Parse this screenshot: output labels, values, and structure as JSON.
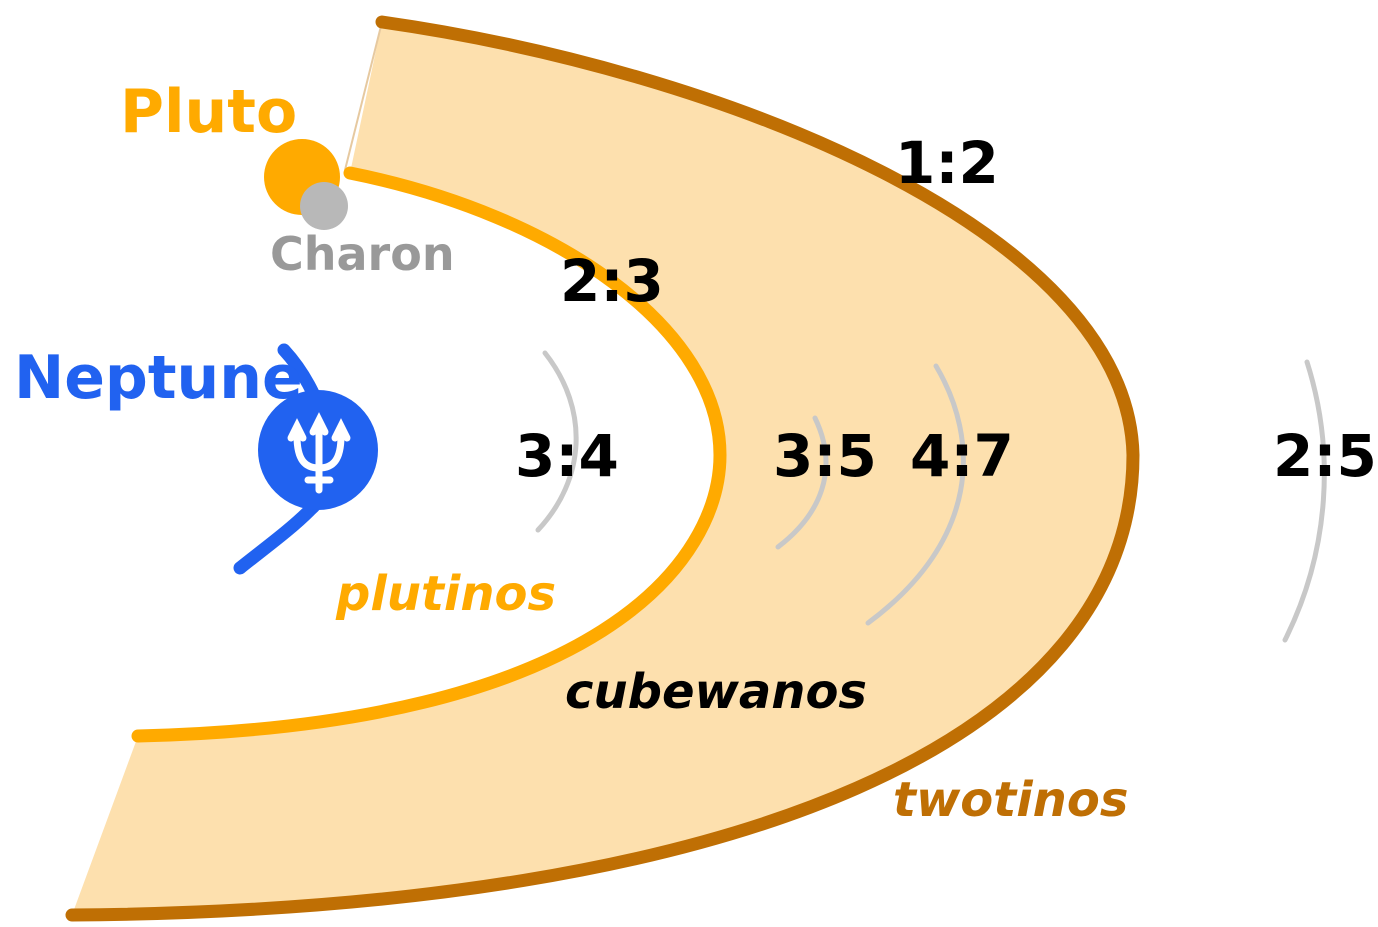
{
  "bodies": {
    "pluto": "Pluto",
    "charon": "Charon",
    "neptune": "Neptune",
    "neptune_symbol": "♆"
  },
  "resonances": {
    "r12": "1:2",
    "r23": "2:3",
    "r34": "3:4",
    "r35": "3:5",
    "r47": "4:7",
    "r25": "2:5"
  },
  "populations": {
    "plutinos": "plutinos",
    "cubewanos": "cubewanos",
    "twotinos": "twotinos"
  },
  "colors": {
    "belt_fill": "#fde0ae",
    "twotino_orbit": "#bf6f04",
    "plutino_orbit": "#ffaa00",
    "pluto": "#ffaa00",
    "charon": "#b8b8b8",
    "neptune": "#2162f0",
    "resonance_arc": "#c8c8c8",
    "ratio_text": "#000000"
  }
}
